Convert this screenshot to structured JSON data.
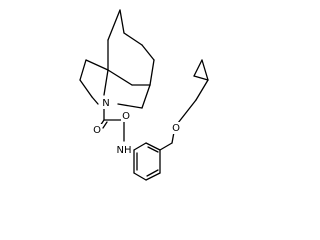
{
  "structure": {
    "atom_labels": {
      "n_ring": "N",
      "o_ketone": "O",
      "o_amide": "O",
      "nh_amide": "NH",
      "o_ether": "O"
    },
    "ink_color": "#000000"
  }
}
